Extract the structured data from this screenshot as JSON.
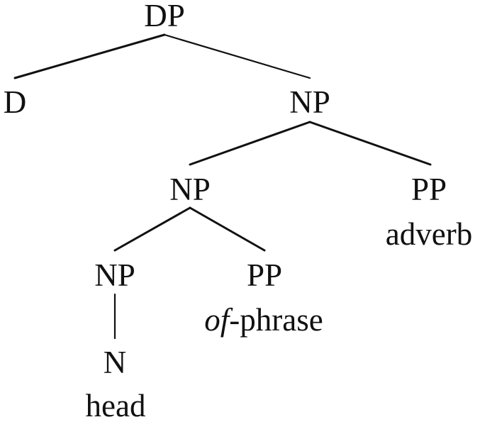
{
  "diagram": {
    "type": "syntax-tree",
    "colors": {
      "ink": "#111111",
      "background": "#ffffff"
    },
    "nodes": {
      "dp_root": {
        "label": "DP"
      },
      "d": {
        "label": "D"
      },
      "np_top": {
        "label": "NP"
      },
      "np_mid": {
        "label": "NP"
      },
      "pp_adverb": {
        "label": "PP",
        "gloss": "adverb"
      },
      "np_low": {
        "label": "NP"
      },
      "pp_of": {
        "label": "PP",
        "gloss_italic": "of",
        "gloss_rest": "-phrase"
      },
      "n_head": {
        "label": "N",
        "gloss": "head"
      }
    },
    "edges": [
      {
        "from": "DP",
        "to": "D"
      },
      {
        "from": "DP",
        "to": "NP"
      },
      {
        "from": "NP",
        "to": "NP"
      },
      {
        "from": "NP",
        "to": "PP (adverb)"
      },
      {
        "from": "NP",
        "to": "NP"
      },
      {
        "from": "NP",
        "to": "PP (of-phrase)"
      },
      {
        "from": "NP",
        "to": "N (head)"
      }
    ]
  }
}
